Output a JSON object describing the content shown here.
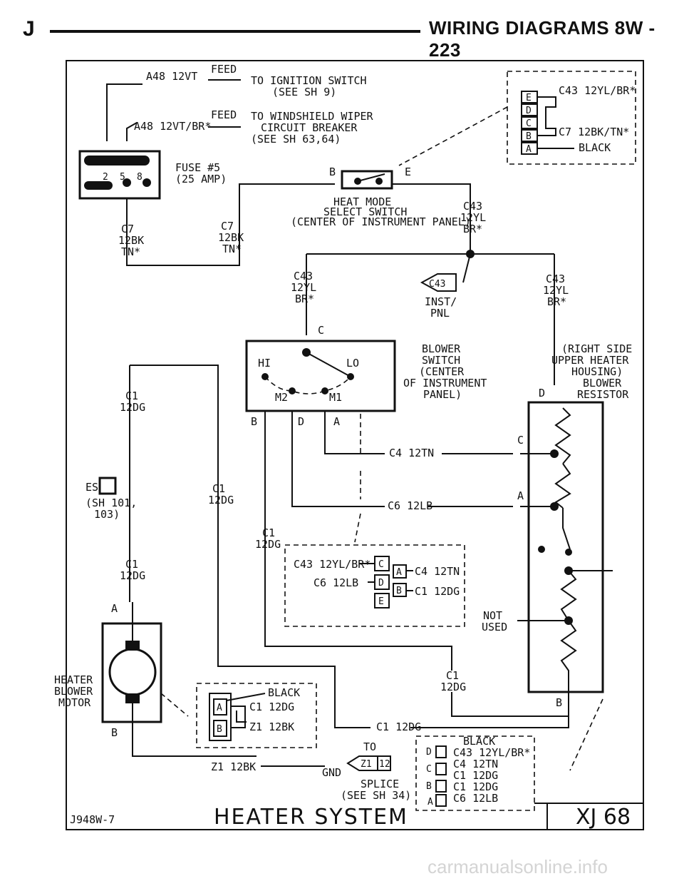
{
  "header": {
    "letter": "J",
    "title": "WIRING DIAGRAMS   8W - 223"
  },
  "feed1": {
    "wire": "A48 12VT",
    "feed": "FEED",
    "to": "TO IGNITION SWITCH",
    "see": "(SEE SH 9)"
  },
  "feed2": {
    "wire": "A48 12VT/BR*",
    "feed": "FEED",
    "to": "TO WINDSHIELD WIPER",
    "to2": "CIRCUIT BREAKER",
    "see": "(SEE SH 63,64)"
  },
  "fuse": {
    "label": "FUSE #5",
    "amp": "(25 AMP)",
    "pins": [
      "2",
      "5",
      "8"
    ]
  },
  "wire_c7_left": [
    "C7",
    "12BK",
    "TN*"
  ],
  "wire_c7_mid": [
    "C7",
    "12BK",
    "TN*"
  ],
  "heat_switch": {
    "b": "B",
    "e": "E",
    "name": [
      "HEAT MODE",
      "SELECT SWITCH",
      "(CENTER OF INSTRUMENT PANEL)"
    ],
    "wire": [
      "C43",
      "12YL",
      "BR*"
    ]
  },
  "top_connector": {
    "pins": [
      "E",
      "D",
      "C",
      "B",
      "A"
    ],
    "labels": [
      "C43 12YL/BR*",
      "C7 12BK/TN*",
      "BLACK"
    ]
  },
  "wire_c43_left": [
    "C43",
    "12YL",
    "BR*"
  ],
  "wire_c43_right": [
    "C43",
    "12YL",
    "BR*"
  ],
  "inst_pnl": {
    "tag": "C43",
    "label": [
      "INST/",
      "PNL"
    ]
  },
  "blower_switch": {
    "c": "C",
    "hi": "HI",
    "lo": "LO",
    "m2": "M2",
    "m1": "M1",
    "name": [
      "BLOWER",
      "SWITCH",
      "(CENTER",
      "OF INSTRUMENT",
      "PANEL)"
    ],
    "pins": [
      "B",
      "D",
      "A"
    ]
  },
  "resistor": {
    "name": [
      "(RIGHT SIDE",
      "UPPER HEATER",
      "HOUSING)",
      "BLOWER",
      "RESISTOR"
    ],
    "d": "D",
    "c": "C",
    "a": "A",
    "b": "B",
    "not_used": [
      "NOT",
      "USED"
    ]
  },
  "wire_c4": "C4 12TN",
  "wire_c6": "C6 12LB",
  "wire_c1_a": [
    "C1",
    "12DG"
  ],
  "wire_c1_b": [
    "C1",
    "12DG"
  ],
  "wire_c1_c": [
    "C1",
    "12DG"
  ],
  "wire_c1_d": [
    "C1",
    "12DG"
  ],
  "wire_c1_e": [
    "C1",
    "12DG"
  ],
  "wire_c1_f": "C1 12DG",
  "es": {
    "tag": "ES",
    "ref": [
      "(SH 101,",
      "103)"
    ]
  },
  "mid_connector": {
    "pins_left": [
      "C",
      "D",
      "E"
    ],
    "pins_right": [
      "A",
      "B"
    ],
    "labels_left": [
      "C43 12YL/BR*",
      "C6 12LB"
    ],
    "labels_right": [
      "C4 12TN",
      "C1 12DG"
    ]
  },
  "motor": {
    "name": [
      "HEATER",
      "BLOWER",
      "MOTOR"
    ],
    "a": "A",
    "b": "B"
  },
  "motor_connector": {
    "pins": [
      "A",
      "B"
    ],
    "labels": [
      "BLACK",
      "C1 12DG",
      "Z1 12BK"
    ]
  },
  "ground": {
    "wire": "Z1 12BK",
    "gnd": "GND",
    "to": "TO",
    "splice": "SPLICE",
    "see": "(SEE SH 34)",
    "tag": "Z1",
    "num": "12"
  },
  "res_connector": {
    "pins": [
      "D",
      "C",
      "B",
      "A"
    ],
    "labels": [
      "BLACK",
      "C43 12YL/BR*",
      "C4 12TN",
      "C1 12DG",
      "C1 12DG",
      "C6 12LB"
    ]
  },
  "footer": {
    "id": "J948W-7",
    "title": "HEATER SYSTEM",
    "code": "XJ 68"
  },
  "watermark": "carmanualsonline.info"
}
